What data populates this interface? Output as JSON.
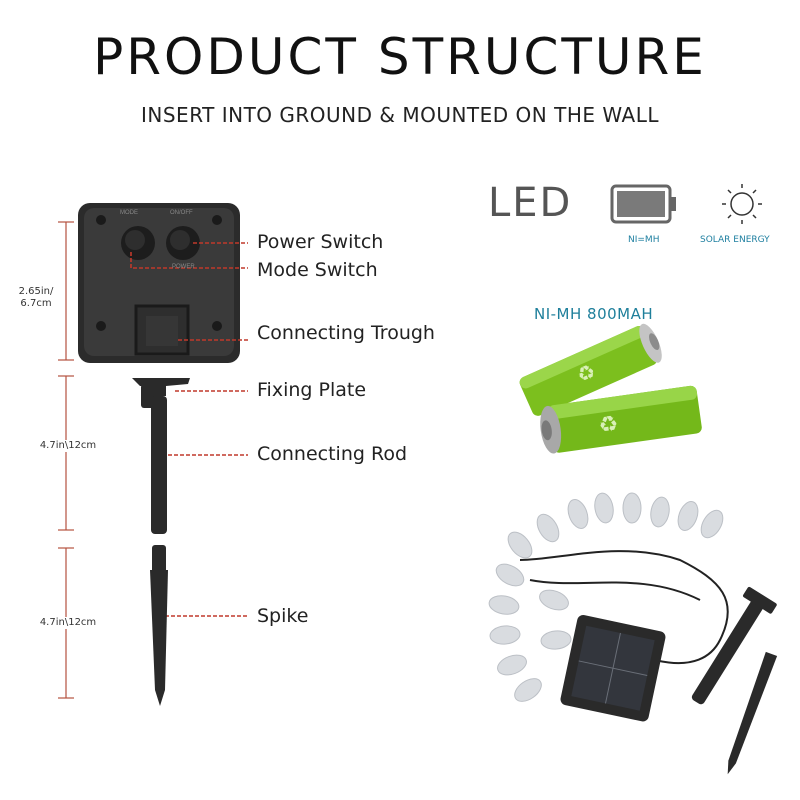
{
  "header": {
    "title": "PRODUCT STRUCTURE",
    "subtitle": "INSERT INTO GROUND & MOUNTED ON THE WALL"
  },
  "solar_panel": {
    "mode_text": "MODE",
    "onoff_text": "ON/OFF",
    "power_text": "POWER"
  },
  "callouts": {
    "power_switch": "Power Switch",
    "mode_switch": "Mode Switch",
    "connecting_trough": "Connecting Trough",
    "fixing_plate": "Fixing Plate",
    "connecting_rod": "Connecting Rod",
    "spike": "Spike"
  },
  "dimensions": {
    "panel_line1": "2.65in/",
    "panel_line2": "6.7cm",
    "rod": "4.7in\\12cm",
    "spike": "4.7in\\12cm"
  },
  "features": {
    "led": "LED",
    "battery_label": "NI=MH",
    "solar_label": "SOLAR ENERGY",
    "capacity": "NI-MH 800MAH"
  },
  "colors": {
    "accent_red": "#c0392b",
    "battery_green": "#7cbf1e",
    "product_black": "#2a2a2a",
    "caption_blue": "#1e7fa0"
  }
}
